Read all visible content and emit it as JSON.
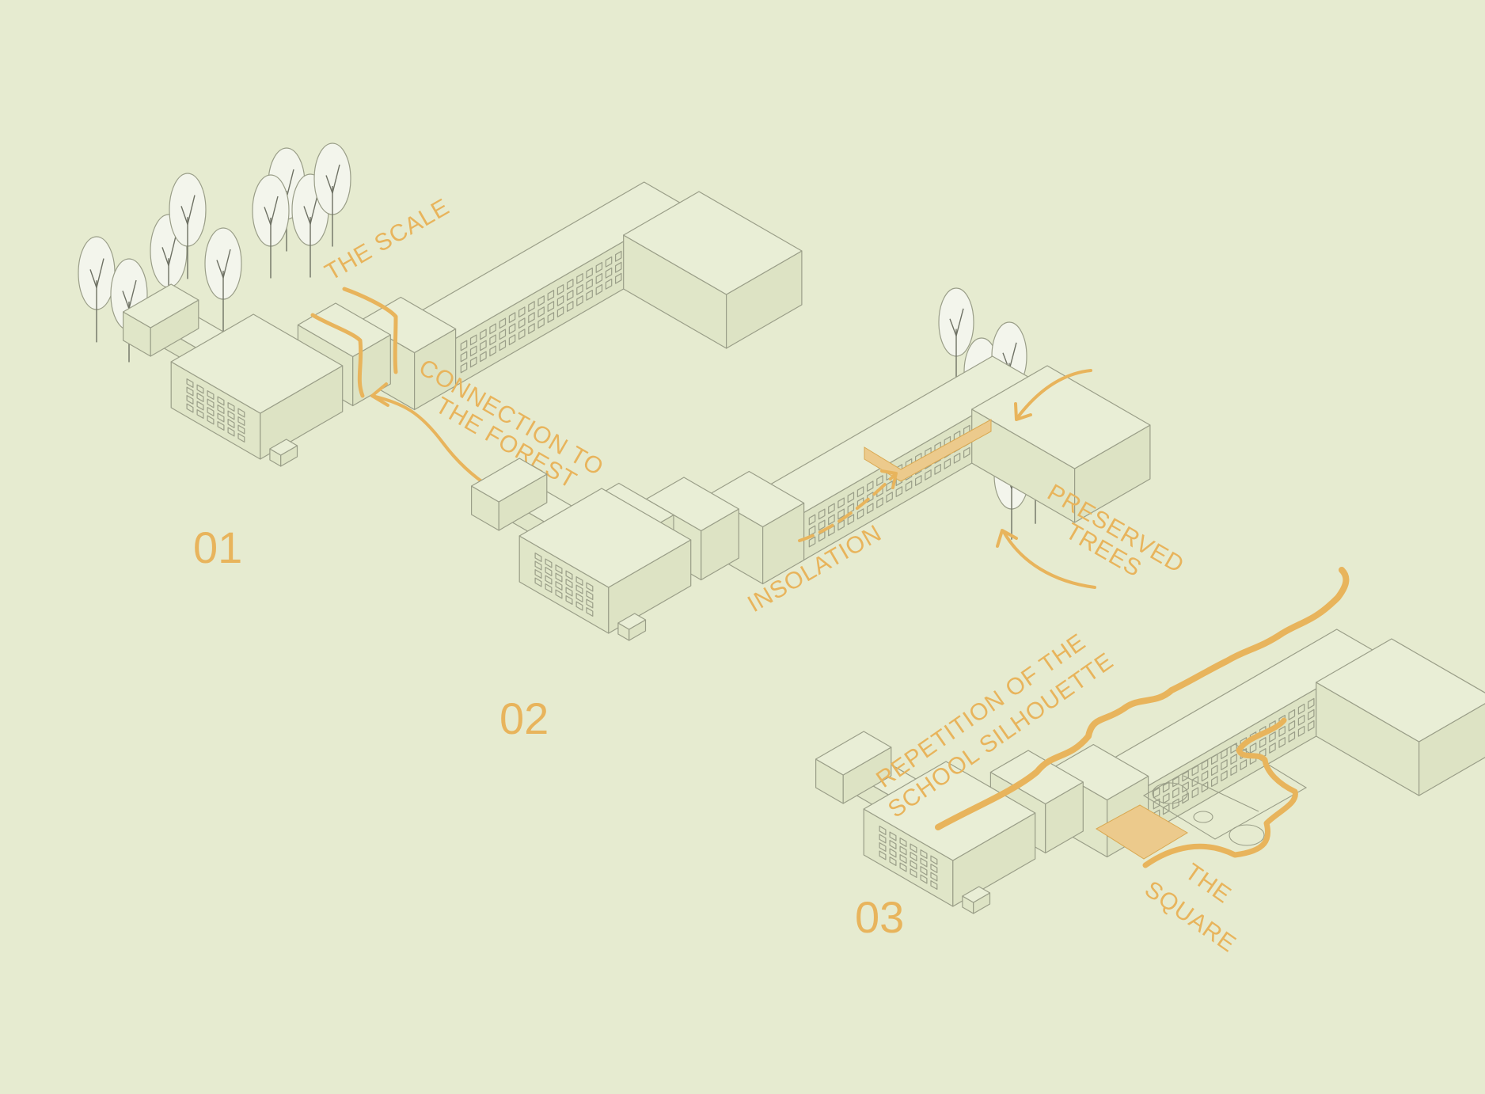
{
  "colors": {
    "background": "#e6ebd0",
    "accent": "#e8b45c",
    "accent_fill": "#ecca8c",
    "line": "#9a9e88"
  },
  "icons": [
    "tree-icon",
    "arrow-icon"
  ],
  "steps": [
    {
      "number": "01",
      "labels": {
        "scale": "THE SCALE",
        "connection_line1": "CONNECTION TO",
        "connection_line2": "THE FOREST"
      }
    },
    {
      "number": "02",
      "labels": {
        "insolation": "INSOLATION",
        "preserved_line1": "PRESERVED",
        "preserved_line2": "TREES"
      }
    },
    {
      "number": "03",
      "labels": {
        "repetition_line1": "REPETITION OF THE",
        "repetition_line2": "SCHOOL SILHOUETTE",
        "square_line1": "THE",
        "square_line2": "SQUARE"
      }
    }
  ]
}
